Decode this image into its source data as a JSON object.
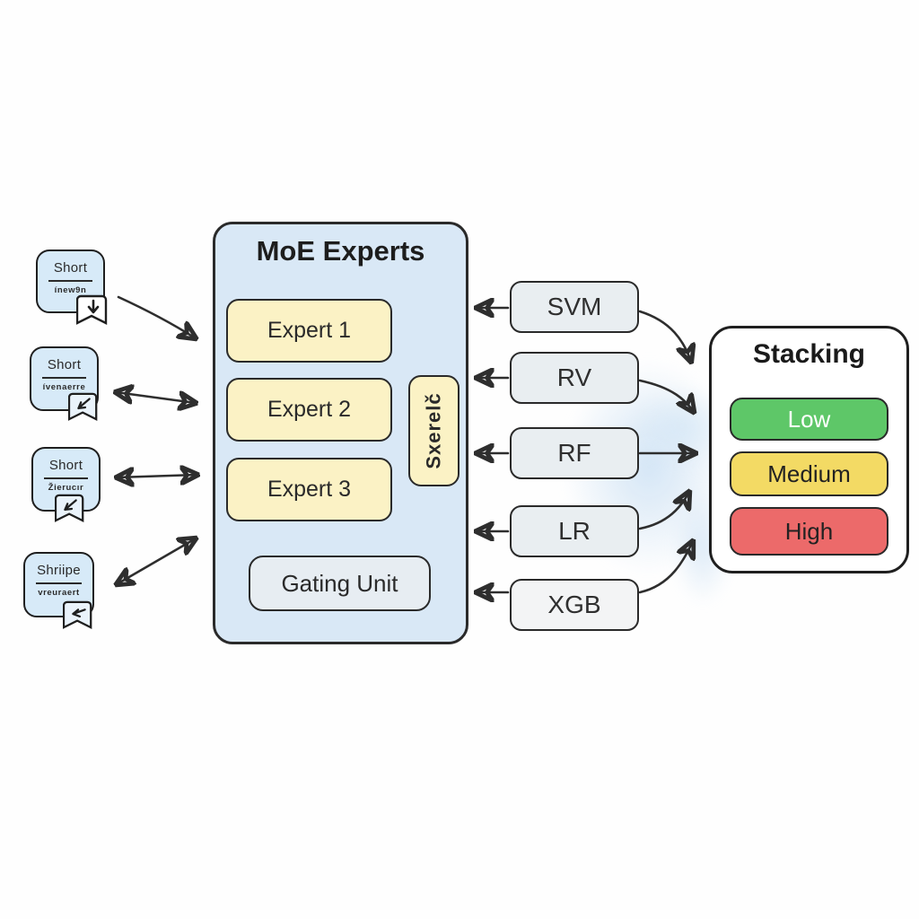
{
  "inputs": [
    {
      "label": "Short",
      "sub": "ínew9n",
      "icon": "bookmark-arrow-icon"
    },
    {
      "label": "Short",
      "sub": "ívenaerre",
      "icon": "bookmark-arrow-icon"
    },
    {
      "label": "Short",
      "sub": "Žierucır",
      "icon": "bookmark-arrow-icon"
    },
    {
      "label": "Shriipe",
      "sub": "vreuraert",
      "icon": "bookmark-arrow-icon"
    }
  ],
  "moe": {
    "title": "MoE Experts",
    "experts": [
      "Expert 1",
      "Expert 2",
      "Expert 3"
    ],
    "side_label": "Sxerelč",
    "gating_label": "Gating Unit"
  },
  "models": [
    "SVM",
    "RV",
    "RF",
    "LR",
    "XGB"
  ],
  "stacking": {
    "title": "Stacking",
    "levels": [
      {
        "label": "Low",
        "color": "#5ec768",
        "text_color": "#ffffff"
      },
      {
        "label": "Medium",
        "color": "#f3da64",
        "text_color": "#222222"
      },
      {
        "label": "High",
        "color": "#ec6a6a",
        "text_color": "#222222"
      }
    ]
  },
  "colors": {
    "bubble_fill": "#d7eaf8",
    "moe_fill": "#d9e8f6",
    "expert_fill": "#fbf2c5",
    "gating_fill": "#e7edf2",
    "model_fill": "#e9eef1",
    "stacking_fill": "#ffffff",
    "stroke": "#2a2a2a"
  }
}
